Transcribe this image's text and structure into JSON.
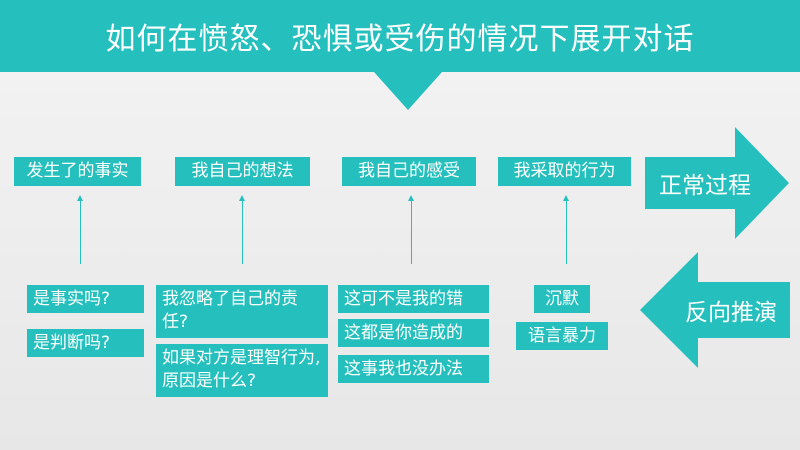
{
  "title": "如何在愤怒、恐惧或受伤的情况下展开对话",
  "stages": [
    "发生了的事实",
    "我自己的想法",
    "我自己的感受",
    "我采取的行为"
  ],
  "forward_arrow": {
    "label": "正常过程"
  },
  "backward_arrow": {
    "label": "反向推演"
  },
  "questions": {
    "facts": [
      "是事实吗?",
      "是判断吗?"
    ],
    "thoughts": [
      "我忽略了自己的责任?",
      "如果对方是理智行为,原因是什么?"
    ],
    "feelings": [
      "这可不是我的错",
      "这都是你造成的",
      "这事我也没办法"
    ],
    "actions": [
      "沉默",
      "语言暴力"
    ]
  },
  "colors": {
    "accent": "#25c0bd",
    "background": "#eeeeee",
    "text": "#ffffff"
  }
}
